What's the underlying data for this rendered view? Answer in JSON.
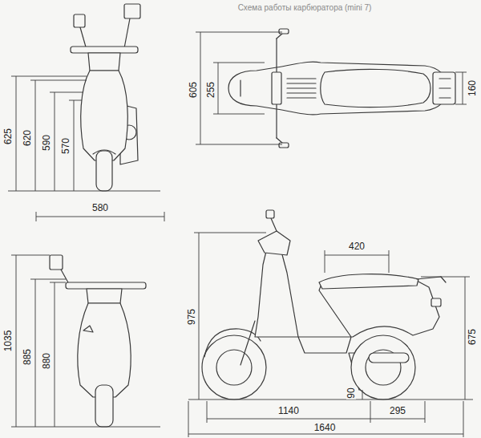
{
  "diagram": {
    "labels": [
      "Схема работы карбюратора (mini 7)",
      "625",
      "620",
      "590",
      "570",
      "605",
      "255",
      "160",
      "580",
      "420",
      "1035",
      "885",
      "880",
      "975",
      "675",
      "90",
      "1140",
      "295",
      "1640"
    ]
  }
}
